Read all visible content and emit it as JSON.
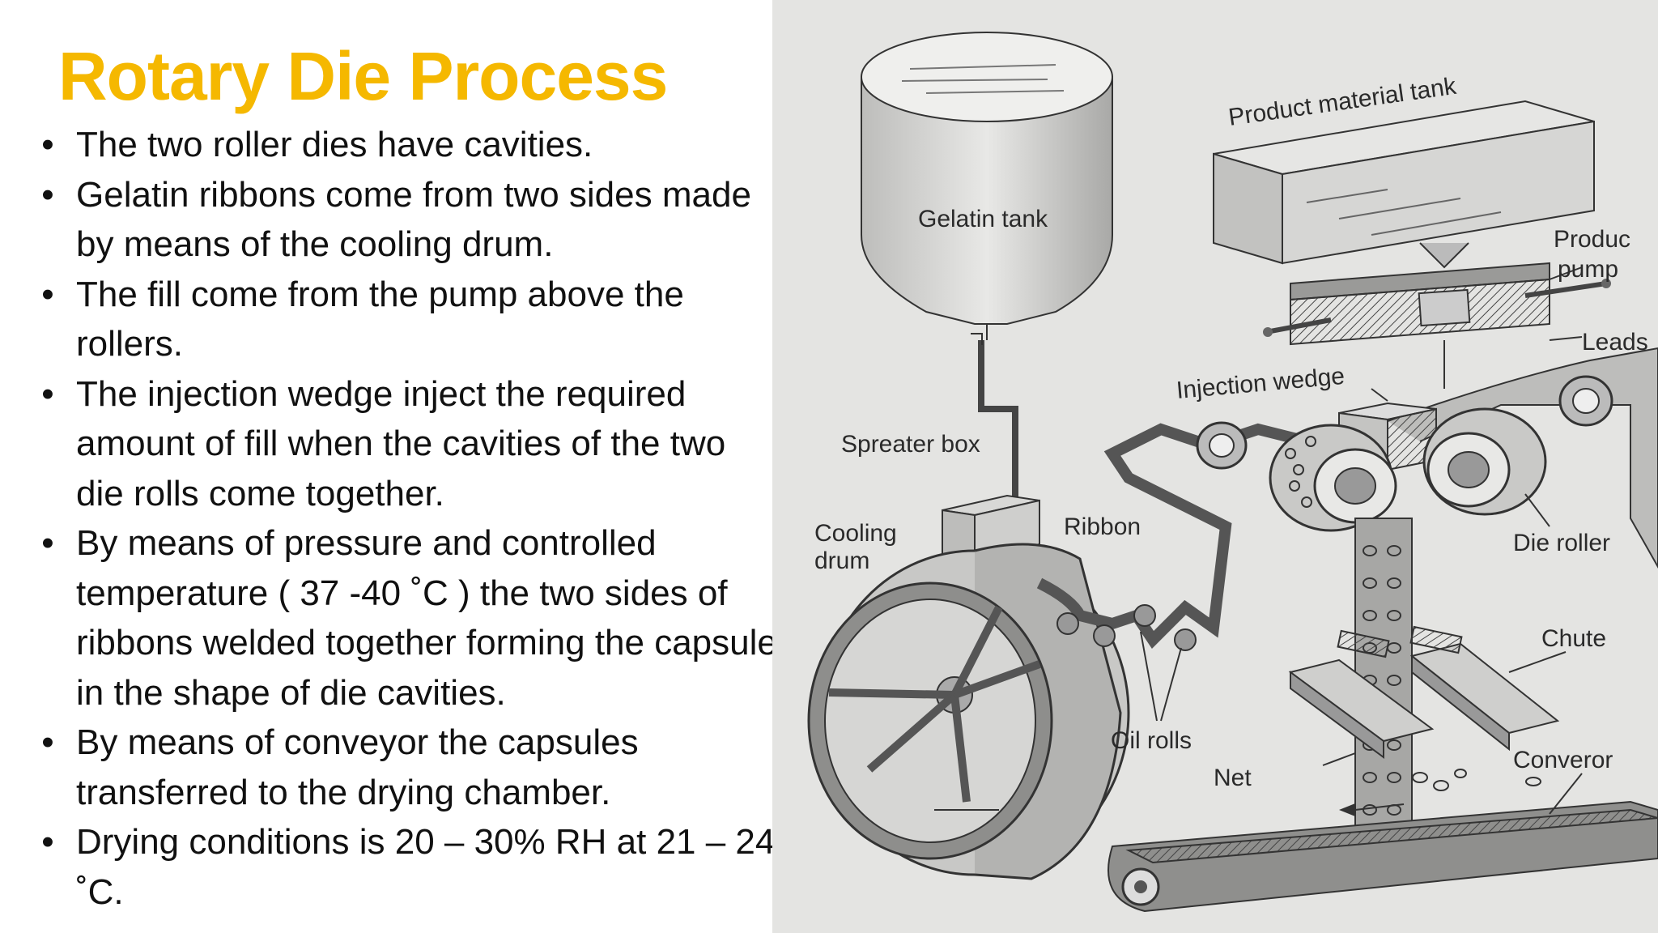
{
  "slide": {
    "title": "Rotary Die Process",
    "title_color": "#F5B800",
    "bullet_glyph": "•",
    "bullets": [
      "The two roller dies have cavities.",
      "Gelatin ribbons come from two sides made by means of the cooling drum.",
      "The fill come from the pump above the rollers.",
      "The injection wedge inject the required amount of fill when the cavities of the two die rolls come together.",
      "By means of pressure and controlled temperature ( 37 -40 ˚C ) the two sides of ribbons welded together forming the capsule in the shape of die cavities.",
      "By means of conveyor the capsules transferred to the drying chamber.",
      "Drying conditions is 20 – 30% RH at 21 – 24 ˚C."
    ]
  },
  "diagram": {
    "labels": {
      "gelatin_tank": "Gelatin tank",
      "product_material_tank": "Product material tank",
      "product_pump_1": "Produc",
      "product_pump_2": "pump",
      "leads": "Leads",
      "injection_wedge": "Injection wedge",
      "spreater_box": "Spreater box",
      "cooling_drum_1": "Cooling",
      "cooling_drum_2": "drum",
      "ribbon": "Ribbon",
      "die_roller": "Die roller",
      "chute": "Chute",
      "oil_rolls": "Oil rolls",
      "net": "Net",
      "conveyor": "Converor"
    }
  }
}
